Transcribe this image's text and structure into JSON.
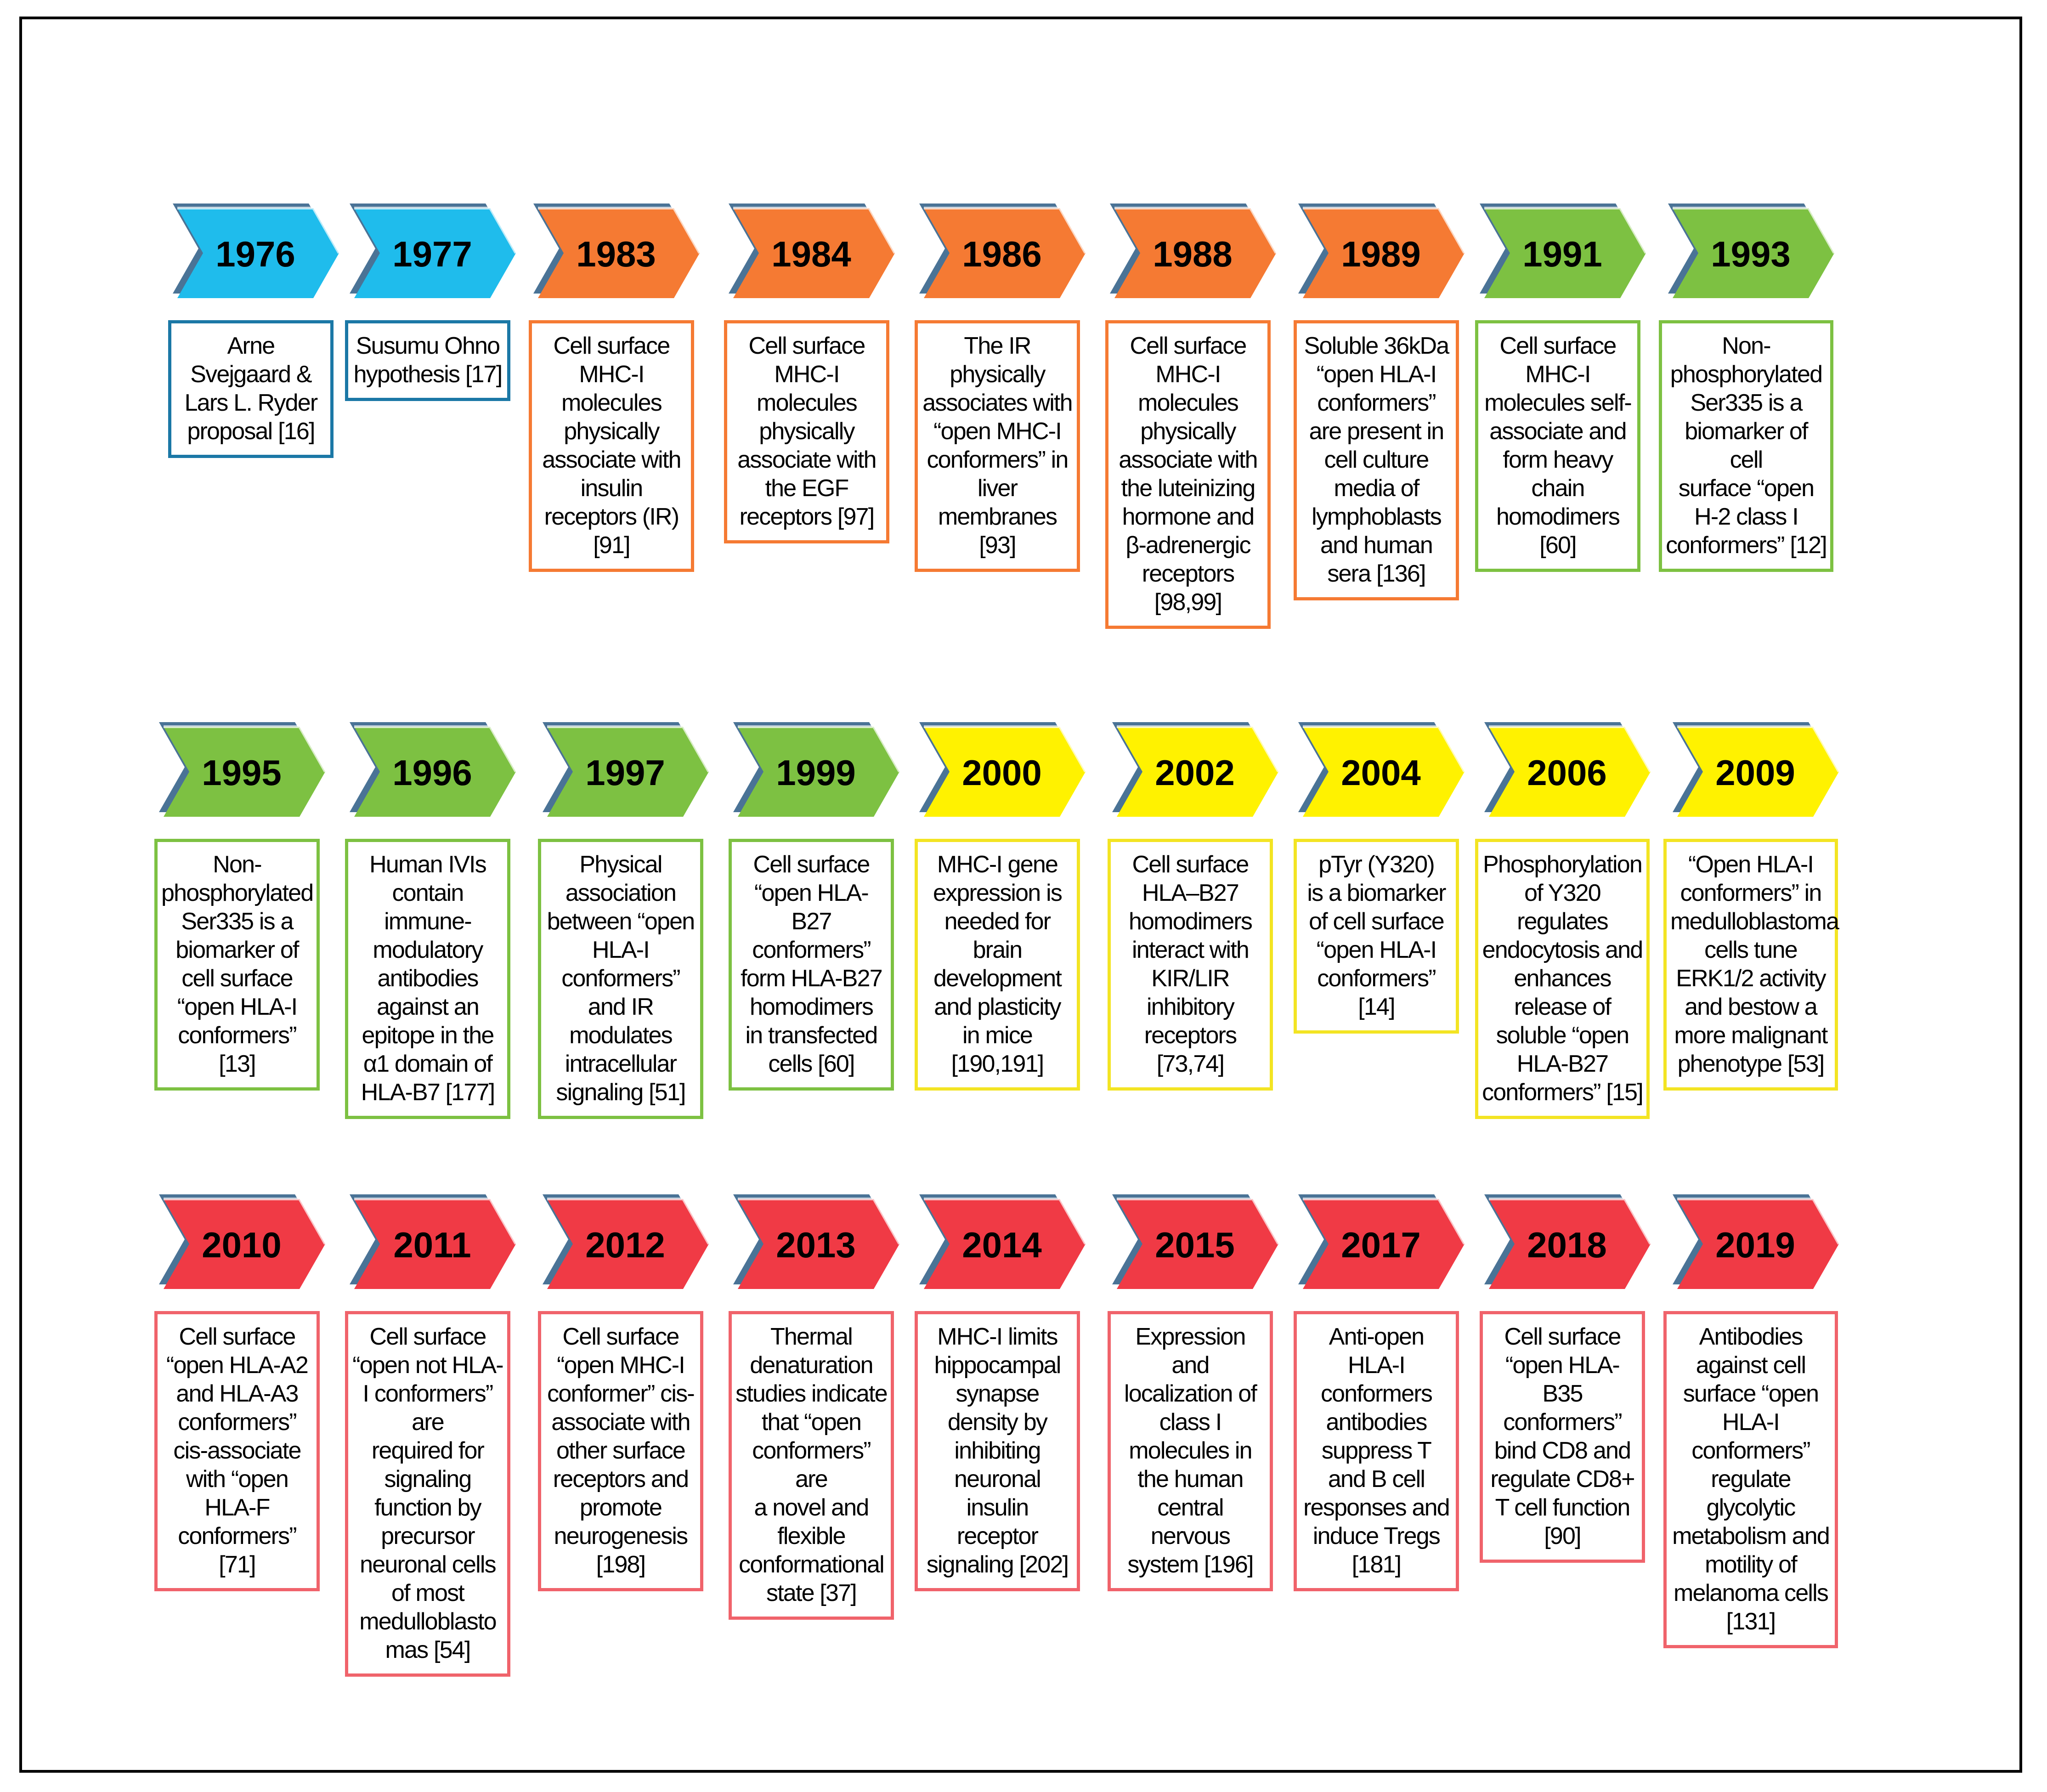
{
  "colors": {
    "blue": "#1FBCEC",
    "orange": "#F57A33",
    "green": "#7DC142",
    "yellow": "#FFF200",
    "red": "#F03A45",
    "blue_border": "#1B78A6",
    "orange_border": "#F57A33",
    "green_border": "#7DC142",
    "yellow_border": "#F3E423",
    "red_border": "#F0636B"
  },
  "timeline": [
    [
      {
        "year": "1976",
        "color": "blue",
        "text": "Arne\nSvejgaard &\nLars L. Ryder\nproposal [16]"
      },
      {
        "year": "1977",
        "color": "blue",
        "text": "Susumu Ohno\nhypothesis [17]"
      },
      {
        "year": "1983",
        "color": "orange",
        "text": "Cell surface\nMHC-I\nmolecules\nphysically\nassociate with\ninsulin\nreceptors (IR)\n[91]"
      },
      {
        "year": "1984",
        "color": "orange",
        "text": "Cell surface\nMHC-I\nmolecules\nphysically\nassociate with\nthe EGF\nreceptors [97]"
      },
      {
        "year": "1986",
        "color": "orange",
        "text": "The IR\nphysically\nassociates with\n“open MHC-I\nconformers” in\nliver\nmembranes\n[93]"
      },
      {
        "year": "1988",
        "color": "orange",
        "text": "Cell surface\nMHC-I\nmolecules\nphysically\nassociate with\nthe luteinizing\nhormone and\nβ-adrenergic\nreceptors\n[98,99]"
      },
      {
        "year": "1989",
        "color": "orange",
        "text": "Soluble 36kDa\n“open HLA-I\nconformers”\nare present in\ncell culture\nmedia of\nlymphoblasts\nand human\nsera [136]"
      },
      {
        "year": "1991",
        "color": "green",
        "text": "Cell surface\nMHC-I\nmolecules self-\nassociate and\nform heavy\nchain\nhomodimers\n[60]"
      },
      {
        "year": "1993",
        "color": "green",
        "text": "Non-\nphosphorylated\nSer335 is a\nbiomarker of cell\nsurface “open\nH-2 class I\nconformers” [12]"
      }
    ],
    [
      {
        "year": "1995",
        "color": "green",
        "text": "Non-\nphosphorylated\nSer335 is a\nbiomarker of\ncell surface\n“open HLA-I\nconformers”\n[13]"
      },
      {
        "year": "1996",
        "color": "green",
        "text": "Human IVIs\ncontain\nimmune-\nmodulatory\nantibodies\nagainst an\nepitope in the\nα1 domain of\nHLA-B7 [177]"
      },
      {
        "year": "1997",
        "color": "green",
        "text": "Physical\nassociation\nbetween “open\nHLA-I\nconformers”\nand IR\nmodulates\nintracellular\nsignaling [51]"
      },
      {
        "year": "1999",
        "color": "green",
        "text": "Cell surface\n“open HLA-\nB27\nconformers”\nform HLA-B27\nhomodimers\nin transfected\ncells [60]"
      },
      {
        "year": "2000",
        "color": "yellow",
        "text": "MHC-I gene\nexpression is\nneeded for\nbrain\ndevelopment\nand plasticity\nin mice\n[190,191]"
      },
      {
        "year": "2002",
        "color": "yellow",
        "text": "Cell surface\nHLA–B27\nhomodimers\ninteract with\nKIR/LIR\ninhibitory\nreceptors\n[73,74]"
      },
      {
        "year": "2004",
        "color": "yellow",
        "text": "pTyr (Y320)\nis a biomarker\nof cell surface\n“open HLA-I\nconformers”\n[14]"
      },
      {
        "year": "2006",
        "color": "yellow",
        "text": "Phosphorylation\nof Y320\nregulates\nendocytosis and\nenhances\nrelease of\nsoluble “open\nHLA-B27\nconformers” [15]"
      },
      {
        "year": "2009",
        "color": "yellow",
        "text": "“Open HLA-I\nconformers” in\nmedulloblastoma\ncells tune\nERK1/2 activity\nand bestow a\nmore malignant\nphenotype [53]"
      }
    ],
    [
      {
        "year": "2010",
        "color": "red",
        "text": "Cell surface\n“open HLA-A2\nand HLA-A3\nconformers”\ncis-associate\nwith “open\nHLA-F\nconformers”\n[71]"
      },
      {
        "year": "2011",
        "color": "red",
        "text": "Cell surface\n“open not HLA-\nI conformers”\nare\nrequired for\nsignaling\nfunction by\nprecursor\nneuronal cells\nof most\nmedulloblasto\nmas [54]"
      },
      {
        "year": "2012",
        "color": "red",
        "text": "Cell surface\n“open MHC-I\nconformer” cis-\nassociate with\nother surface\nreceptors and\npromote\nneurogenesis\n[198]"
      },
      {
        "year": "2013",
        "color": "red",
        "text": "Thermal\ndenaturation\nstudies indicate\nthat “open\nconformers” are\na novel and\nflexible\nconformational\nstate [37]"
      },
      {
        "year": "2014",
        "color": "red",
        "text": "MHC-I limits\nhippocampal\nsynapse\ndensity by\ninhibiting\nneuronal insulin\nreceptor\nsignaling [202]"
      },
      {
        "year": "2015",
        "color": "red",
        "text": "Expression\nand\nlocalization of\nclass I\nmolecules in\nthe human\ncentral\nnervous\nsystem [196]"
      },
      {
        "year": "2017",
        "color": "red",
        "text": "Anti-open\nHLA-I\nconformers\nantibodies\nsuppress T\nand B cell\nresponses and\ninduce Tregs\n[181]"
      },
      {
        "year": "2018",
        "color": "red",
        "text": "Cell surface\n“open HLA-\nB35\nconformers”\nbind CD8 and\nregulate CD8+\nT cell function\n[90]"
      },
      {
        "year": "2019",
        "color": "red",
        "text": "Antibodies\nagainst cell\nsurface “open\nHLA-I\nconformers”\nregulate\nglycolytic\nmetabolism and\nmotility of\nmelanoma cells\n[131]"
      }
    ]
  ]
}
